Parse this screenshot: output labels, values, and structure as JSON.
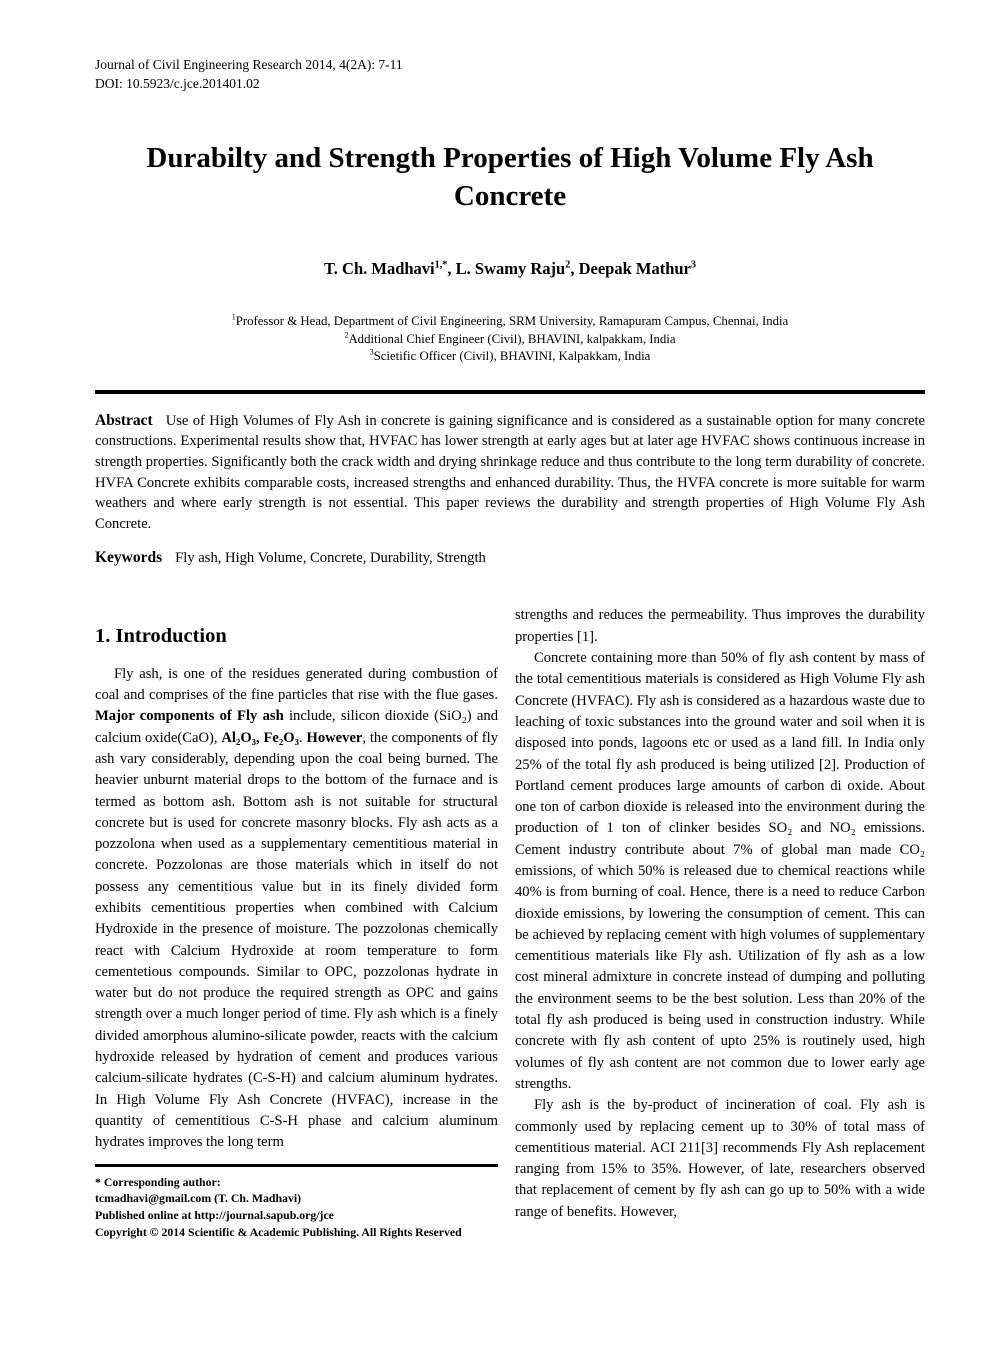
{
  "header": {
    "journal_line": "Journal of Civil Engineering Research 2014, 4(2A): 7-11",
    "doi_line": "DOI: 10.5923/c.jce.201401.02"
  },
  "title": "Durabilty and Strength Properties of High Volume Fly Ash Concrete",
  "authors_line": [
    {
      "t": "T. Ch. Madhavi"
    },
    {
      "t": "1,*",
      "s": true
    },
    {
      "t": ", "
    },
    {
      "t": "L. Swamy Raju"
    },
    {
      "t": "2",
      "s": true
    },
    {
      "t": ", "
    },
    {
      "t": "Deepak Mathur"
    },
    {
      "t": "3",
      "s": true
    }
  ],
  "affiliations": [
    [
      {
        "t": "1",
        "s": true
      },
      {
        "t": "Professor & Head, Department of Civil Engineering, SRM University, Ramapuram Campus, Chennai, India"
      }
    ],
    [
      {
        "t": "2",
        "s": true
      },
      {
        "t": "Additional Chief Engineer (Civil), BHAVINI, kalpakkam, India"
      }
    ],
    [
      {
        "t": "3",
        "s": true
      },
      {
        "t": "Scietific Officer (Civil), BHAVINI, Kalpakkam, India"
      }
    ]
  ],
  "abstract": {
    "label": "Abstract",
    "text": "Use of High Volumes of Fly Ash in concrete is gaining significance and is considered as a sustainable option for many concrete constructions. Experimental results show that, HVFAC has lower strength at early ages but at later age HVFAC shows continuous increase in strength properties. Significantly both the crack width and drying shrinkage reduce and thus contribute to the long term durability of concrete. HVFA Concrete exhibits comparable costs, increased strengths and enhanced durability. Thus, the HVFA concrete is more suitable for warm weathers and where early strength is not essential. This paper reviews the durability and strength properties of High Volume Fly Ash Concrete."
  },
  "keywords": {
    "label": "Keywords",
    "text": "Fly ash, High Volume, Concrete, Durability, Strength"
  },
  "intro": {
    "heading": "1. Introduction",
    "para1_segments": [
      {
        "t": "Fly ash, is one of the residues generated during combustion of coal and comprises of the fine particles that rise with the flue gases. "
      },
      {
        "t": "Major components of Fly ash",
        "b": true
      },
      {
        "t": " include, silicon dioxide (SiO₂) and calcium oxide(CaO), "
      },
      {
        "t": "Al₂O₃, Fe₂O₃",
        "b": true
      },
      {
        "t": ". "
      },
      {
        "t": "However",
        "b": true
      },
      {
        "t": ", the components of fly ash vary considerably, depending upon the coal being burned. The heavier unburnt material drops to the bottom of the furnace and is termed as bottom ash. Bottom ash is not suitable for structural concrete but is used for concrete masonry blocks. Fly ash acts as a pozzolona when used as a supplementary cementitious material in concrete. Pozzolonas are those materials which in itself do not possess any cementitious value but in its finely divided form exhibits cementitious properties when combined with Calcium Hydroxide in the presence of moisture. The pozzolonas chemically react with Calcium Hydroxide at room temperature to form cementetious compounds. Similar to OPC, pozzolonas hydrate in water but do not produce the required strength as OPC and gains strength over a much longer period of time. Fly ash which is a finely divided amorphous alumino-silicate powder, reacts with the calcium hydroxide released by hydration of cement and produces various calcium-silicate hydrates (C-S-H) and calcium aluminum hydrates. In High Volume Fly Ash Concrete (HVFAC), increase in the quantity of cementitious C-S-H phase and calcium aluminum hydrates improves the long term"
      }
    ]
  },
  "right_column": {
    "para1": "strengths and reduces the permeability. Thus improves the durability properties [1].",
    "para2": "Concrete containing more than 50% of fly ash content by mass of the total cementitious materials is considered as High Volume Fly ash Concrete (HVFAC). Fly ash is considered as a hazardous waste due to leaching of toxic substances into the ground water and soil when it is disposed into ponds, lagoons etc or used as a land fill. In India only 25% of the total fly ash produced is being utilized [2]. Production of Portland cement produces large amounts of carbon di oxide. About one ton of carbon dioxide is released into the environment during the production of 1 ton of clinker besides SO₂ and NO₂ emissions. Cement industry contribute about 7% of global man made CO₂ emissions, of which 50% is released due to chemical reactions while 40% is from burning of coal. Hence, there is a need to reduce Carbon dioxide emissions, by lowering the consumption of cement. This can be achieved by replacing cement with high volumes of supplementary cementitious materials like Fly ash. Utilization of fly ash as a low cost mineral admixture in concrete instead of dumping and polluting the environment seems to be the best solution. Less than 20% of the total fly ash produced is being used in construction industry. While concrete with fly ash content of upto 25% is routinely used, high volumes of fly ash content are not common due to lower early age strengths.",
    "para3": "Fly ash is the by-product of incineration of coal. Fly ash is commonly used by replacing cement up to 30% of total mass of cementitious material. ACI 211[3] recommends Fly Ash replacement ranging from 15% to 35%. However, of late, researchers observed that replacement of cement by fly ash can go up to 50% with a wide range of benefits. However,"
  },
  "footnote": {
    "line1": "* Corresponding author:",
    "line2": "tcmadhavi@gmail.com (T. Ch. Madhavi)",
    "line3": "Published online at http://journal.sapub.org/jce",
    "line4": "Copyright © 2014 Scientific & Academic Publishing. All Rights Reserved"
  }
}
